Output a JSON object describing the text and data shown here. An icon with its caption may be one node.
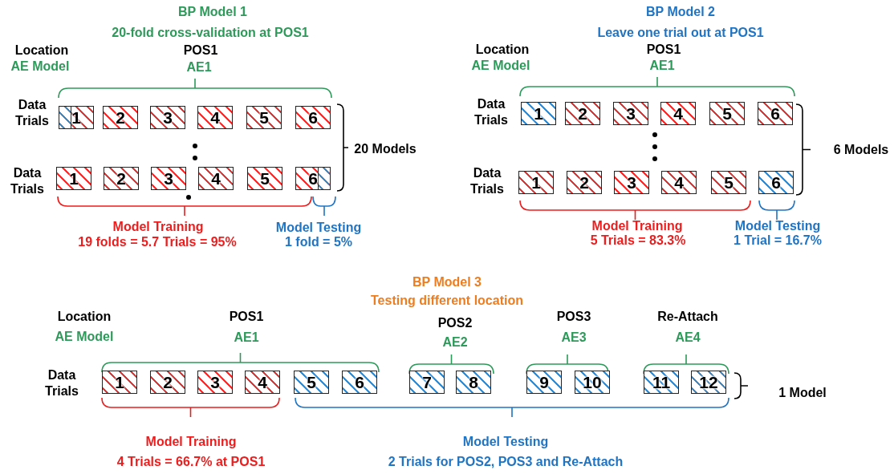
{
  "diagram": {
    "nodes": [
      {
        "text": [
          "1"
        ]
      },
      {
        "text": [
          "2"
        ]
      },
      {
        "text": [
          "3"
        ]
      },
      {
        "text": [
          "4"
        ]
      },
      {
        "text": [
          "5"
        ]
      },
      {
        "text": [
          "6"
        ]
      },
      {
        "text": [
          "1"
        ]
      },
      {
        "text": [
          "2"
        ]
      },
      {
        "text": [
          "3"
        ]
      },
      {
        "text": [
          "4"
        ]
      },
      {
        "text": [
          "5"
        ]
      },
      {
        "text": [
          "6"
        ]
      },
      {
        "text": [
          "1"
        ]
      },
      {
        "text": [
          "2"
        ]
      },
      {
        "text": [
          "3"
        ]
      },
      {
        "text": [
          "4"
        ]
      },
      {
        "text": [
          "5"
        ]
      },
      {
        "text": [
          "6"
        ]
      },
      {
        "text": [
          "1"
        ]
      },
      {
        "text": [
          "2"
        ]
      },
      {
        "text": [
          "3"
        ]
      },
      {
        "text": [
          "4"
        ]
      },
      {
        "text": [
          "5"
        ]
      },
      {
        "text": [
          "6"
        ]
      },
      {
        "text": [
          "1"
        ]
      },
      {
        "text": [
          "2"
        ]
      },
      {
        "text": [
          "3"
        ]
      },
      {
        "text": [
          "4"
        ]
      },
      {
        "text": [
          "5"
        ]
      },
      {
        "text": [
          "6"
        ]
      },
      {
        "text": [
          "7"
        ]
      },
      {
        "text": [
          "8"
        ]
      },
      {
        "text": [
          "9"
        ]
      },
      {
        "text": [
          "10"
        ]
      },
      {
        "text": [
          "11"
        ]
      },
      {
        "text": [
          "12"
        ]
      }
    ],
    "edges": [],
    "labels": [
      "BP Model 1",
      "20-fold cross-validation at POS1",
      "BP Model 2",
      "Leave one trial out at POS1",
      "Location",
      "AE Model",
      "POS1",
      "AE1",
      "Location",
      "AE Model",
      "POS1",
      "AE1",
      "Data Trials",
      "20 Models",
      "6 Models",
      "Data Trials",
      "Data Trials",
      "Data Trials",
      "Model Training",
      "19 folds = 5.7 Trials = 95%",
      "Model Testing",
      "1 fold = 5%",
      "Model Training",
      "5 Trials = 83.3%",
      "Model Testing",
      "1 Trial = 16.7%",
      "BP Model 3",
      "Testing different location",
      "Location",
      "AE Model",
      "POS1",
      "AE1",
      "POS2",
      "AE2",
      "POS3",
      "AE3",
      "Re-Attach",
      "AE4",
      "Data Trials",
      "1 Model",
      "Model Training",
      "4 Trials = 66.7% at POS1",
      "Model Testing",
      "2 Trials for POS2, POS3 and Re-Attach"
    ]
  }
}
